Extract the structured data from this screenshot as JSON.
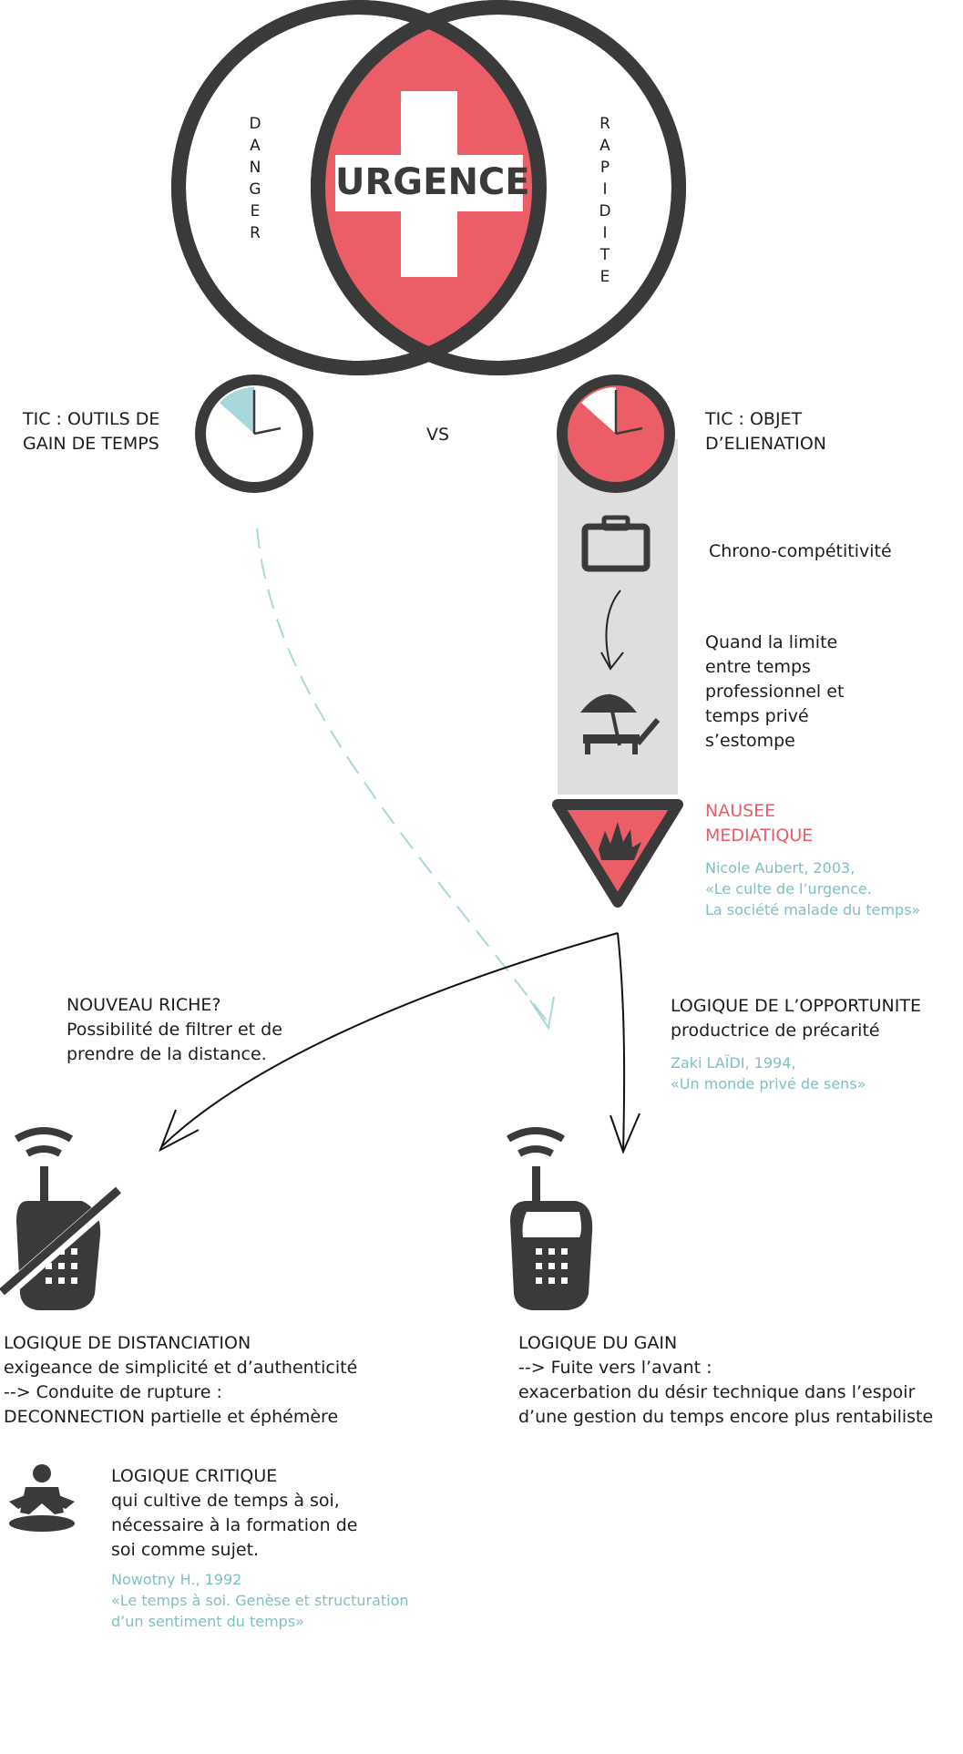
{
  "colors": {
    "dark": "#3a3a3a",
    "red": "#ec5e67",
    "teal": "#a8d8d9",
    "cite": "#7fc0c2",
    "grey_band": "#dedede"
  },
  "header": {
    "center": "URGENCE",
    "left_word": "DANGER",
    "right_word": "RAPIDITE"
  },
  "compare": {
    "left_title": [
      "TIC : OUTILS DE",
      "GAIN DE TEMPS"
    ],
    "vs": "VS",
    "right_title": [
      "TIC : OBJET",
      "D’ELIENATION"
    ]
  },
  "chain": {
    "chrono": "Chrono-compétitivité",
    "limit": [
      "Quand la limite",
      "entre temps",
      "professionnel et",
      "temps privé",
      "s’estompe"
    ],
    "nausee": [
      "NAUSEE",
      "MEDIATIQUE"
    ],
    "nausee_cite": [
      "Nicole Aubert, 2003,",
      "«Le culte de l’urgence.",
      "La société malade du temps»"
    ]
  },
  "branches": {
    "riche": [
      "NOUVEAU RICHE?",
      "Possibilité de filtrer et de",
      "prendre de la distance."
    ],
    "opportunite": [
      "LOGIQUE DE L’OPPORTUNITE",
      "productrice de précarité"
    ],
    "opportunite_cite": [
      "Zaki LAÏDI, 1994,",
      "«Un monde privé de sens»"
    ]
  },
  "logics": {
    "distanciation": [
      "LOGIQUE DE DISTANCIATION",
      "exigeance de simplicité et d’authenticité",
      "--> Conduite de rupture :",
      "DECONNECTION partielle et éphémère"
    ],
    "gain": [
      "LOGIQUE DU GAIN",
      "--> Fuite vers l’avant :",
      "exacerbation du désir technique dans l’espoir",
      "d’une gestion du temps encore plus rentabiliste"
    ],
    "critique": [
      "LOGIQUE CRITIQUE",
      "qui cultive de temps à soi,",
      "nécessaire à la formation de",
      "soi comme sujet."
    ],
    "critique_cite": [
      "Nowotny H., 1992",
      "«Le temps à soi. Genèse et structuration",
      "d’un sentiment du temps»"
    ]
  },
  "icons": [
    "clock-icon",
    "briefcase-icon",
    "beach-chair-icon",
    "explosion-warning-icon",
    "mobile-phone-icon",
    "mobile-phone-crossed-icon",
    "meditation-icon"
  ]
}
